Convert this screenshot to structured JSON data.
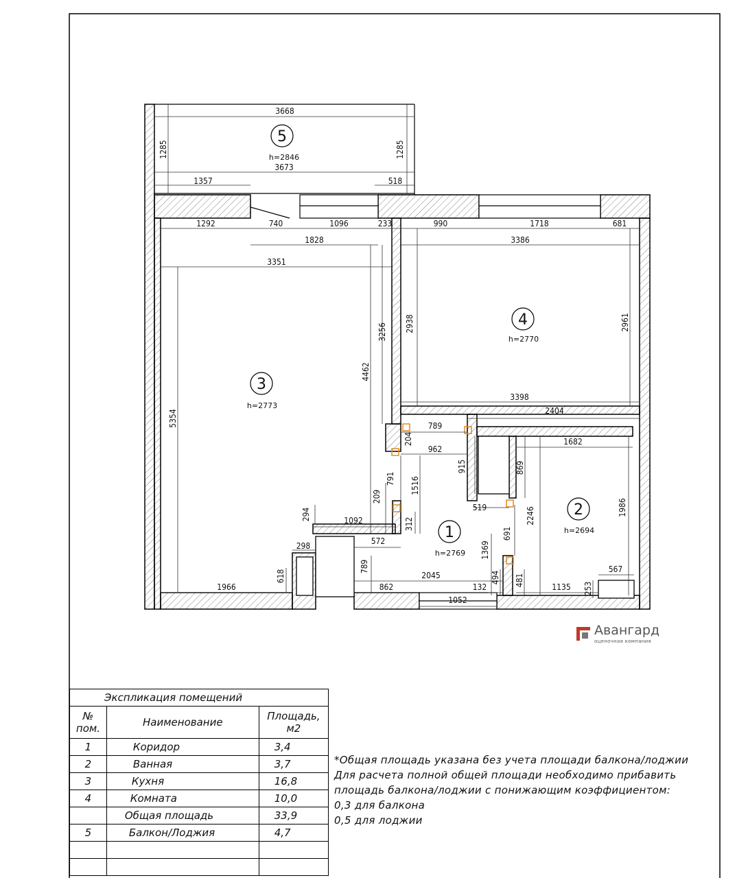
{
  "rooms": [
    {
      "num": "1",
      "height": "h=2769"
    },
    {
      "num": "2",
      "height": "h=2694"
    },
    {
      "num": "3",
      "height": "h=2773"
    },
    {
      "num": "4",
      "height": "h=2770"
    },
    {
      "num": "5",
      "height": "h=2846"
    }
  ],
  "dimensions": {
    "d3668": "3668",
    "d1285a": "1285",
    "d1285b": "1285",
    "d3673": "3673",
    "d1357": "1357",
    "d518": "518",
    "d1292": "1292",
    "d740": "740",
    "d1096": "1096",
    "d233": "233",
    "d990": "990",
    "d1718": "1718",
    "d681": "681",
    "d1828": "1828",
    "d3386": "3386",
    "d3351": "3351",
    "d2938": "2938",
    "d3256": "3256",
    "d2961": "2961",
    "d4462": "4462",
    "d5354": "5354",
    "d3398": "3398",
    "d2404": "2404",
    "d789a": "789",
    "d204": "204",
    "d962": "962",
    "d1682": "1682",
    "d915": "915",
    "d869": "869",
    "d791": "791",
    "d1516": "1516",
    "d209": "209",
    "d519": "519",
    "d1986": "1986",
    "d2246": "2246",
    "d294": "294",
    "d1092": "1092",
    "d312": "312",
    "d691": "691",
    "d572": "572",
    "d298": "298",
    "d1369": "1369",
    "d789b": "789",
    "d618": "618",
    "d2045": "2045",
    "d567": "567",
    "d1966": "1966",
    "d862": "862",
    "d132": "132",
    "d494": "494",
    "d481": "481",
    "d1135": "1135",
    "d253": "253",
    "d1052": "1052"
  },
  "logo": {
    "name": "Авангард",
    "subtitle": "оценочная компания",
    "color": "#c0392b"
  },
  "explication": {
    "title": "Экспликация помещений",
    "col_no": "№ пом.",
    "col_name": "Наименование",
    "col_area": "Площадь, м2",
    "rows": [
      {
        "no": "1",
        "name": "Коридор",
        "area": "3,4"
      },
      {
        "no": "2",
        "name": "Ванная",
        "area": "3,7"
      },
      {
        "no": "3",
        "name": "Кухня",
        "area": "16,8"
      },
      {
        "no": "4",
        "name": "Комната",
        "area": "10,0"
      },
      {
        "no": "",
        "name": "Общая площадь",
        "area": "33,9"
      },
      {
        "no": "5",
        "name": "Балкон/Лоджия",
        "area": "4,7"
      },
      {
        "no": "",
        "name": "",
        "area": ""
      },
      {
        "no": "",
        "name": "",
        "area": ""
      }
    ]
  },
  "note": {
    "line1": "*Общая площадь указана без учета площади балкона/лоджии",
    "line2": "Для расчета полной общей площади необходимо прибавить",
    "line3": "площадь балкона/лоджии с понижающим коэффициентом:",
    "line4": "0,3 для балкона",
    "line5": "0,5 для лоджии"
  }
}
